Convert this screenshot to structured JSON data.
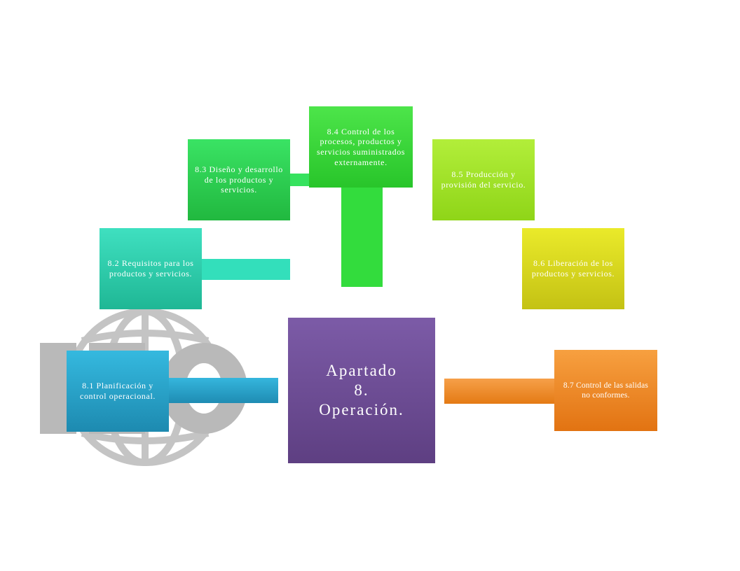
{
  "center": {
    "line1": "Apartado",
    "line2": "8.",
    "line3": "Operación."
  },
  "nodes": {
    "n81": {
      "text": "8.1 Planificación y control operacional."
    },
    "n82": {
      "text": "8.2 Requisitos para los productos y servicios."
    },
    "n83": {
      "text": "8.3 Diseño y desarrollo de los productos y servicios."
    },
    "n84": {
      "text": "8.4 Control de los procesos, productos y servicios suministrados externamente."
    },
    "n85": {
      "text": "8.5 Producción y provisión del servicio."
    },
    "n86": {
      "text": "8.6 Liberación de los productos y servicios."
    },
    "n87": {
      "text": "8.7 Control de las salidas no conformes."
    }
  },
  "watermark": {
    "logo": "ISO",
    "icon": "globe-icon"
  },
  "colors": {
    "center": "#6e4f99",
    "n81": "#2aa4cf",
    "n82": "#2ed8b4",
    "n83": "#2ed45a",
    "n84": "#3ae040",
    "n85": "#a2e62a",
    "n86": "#dcdc1e",
    "n87": "#f08a22",
    "watermark": "#bdbdbd"
  }
}
